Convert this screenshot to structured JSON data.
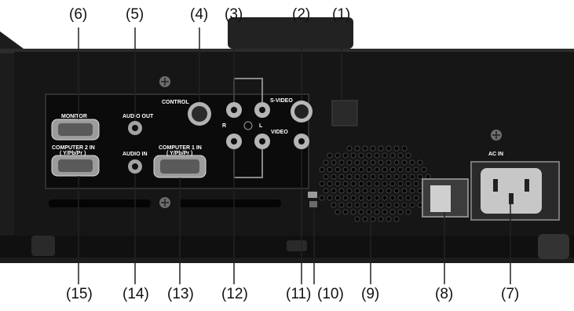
{
  "callouts_top": [
    "(6)",
    "(5)",
    "(4)",
    "(3)",
    "(2)",
    "(1)"
  ],
  "callouts_bottom": [
    "(15)",
    "(14)",
    "(13)",
    "(12)",
    "(11)",
    "(10)",
    "(9)",
    "(8)",
    "(7)"
  ],
  "panel_labels": {
    "monitor": "MONITOR",
    "audio_out": "AUDIO OUT",
    "control": "CONTROL",
    "s_video": "S-VIDEO",
    "r": "R",
    "l": "L",
    "video": "VIDEO",
    "computer2": "COMPUTER 2 IN",
    "computer2_sub": "( Y/Pb/Pr )",
    "audio_in": "AUDIO IN",
    "computer1": "COMPUTER 1 IN",
    "computer1_sub": "( Y/Pb/Pr )",
    "ac_in": "AC IN"
  },
  "colors": {
    "body": "#1b1b1b",
    "panel": "#0c0c0c",
    "port": "#a8a8a8",
    "label": "#ffffff"
  }
}
